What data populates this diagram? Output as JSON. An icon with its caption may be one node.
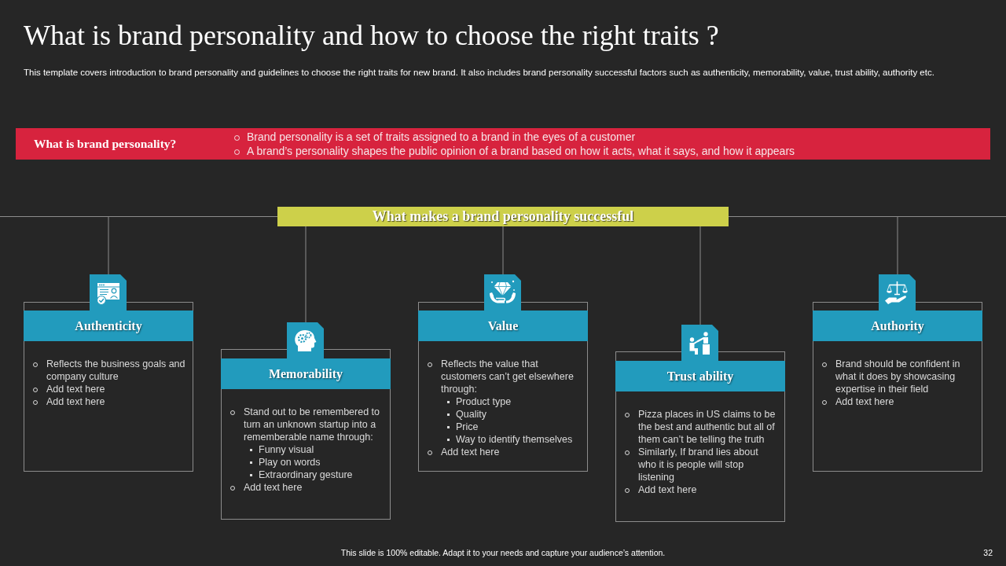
{
  "diagram": {
    "title": "What is brand personality and how to choose the right traits ?",
    "nodes": [
      {
        "text": [
          "What is brand personality?",
          "Brand personality is a set of traits assigned to a brand in the eyes of a customer",
          "A brand’s personality shapes the public opinion of a brand based on how it acts, what it says, and how it appears"
        ]
      },
      {
        "text": [
          "What makes a brand personality successful"
        ]
      },
      {
        "text": [
          "Authenticity",
          "Reflects the business goals and company culture",
          "Add text here",
          "Add text here"
        ]
      },
      {
        "text": [
          "Memorability",
          "Stand out to be remembered to turn an unknown startup into a rememberable name through:",
          "Funny visual",
          "Play on words",
          "Extraordinary gesture",
          "Add text here"
        ]
      },
      {
        "text": [
          "Value",
          "Reflects the value that customers can’t get elsewhere through:",
          "Product type",
          "Quality",
          "Price",
          "Way to identify themselves",
          "Add text here"
        ]
      },
      {
        "text": [
          "Trust ability",
          "Pizza places in US claims to be the best and authentic but all of them can’t be telling the truth",
          "Similarly, If brand lies about who it is people will stop listening",
          "Add text here"
        ]
      },
      {
        "text": [
          "Authority",
          "Brand should be confident in what it does by showcasing expertise in their field",
          "Add text here"
        ]
      }
    ],
    "edges": [
      {
        "from": 1,
        "to": 2,
        "arrow": "none"
      },
      {
        "from": 1,
        "to": 3,
        "arrow": "none"
      },
      {
        "from": 1,
        "to": 4,
        "arrow": "none"
      },
      {
        "from": 1,
        "to": 5,
        "arrow": "none"
      },
      {
        "from": 1,
        "to": 6,
        "arrow": "none"
      }
    ],
    "labels": [
      "This template covers introduction to brand personality and guidelines to choose the right traits for new brand. It also includes brand personality successful factors such as authenticity, memorability, value, trust ability, authority etc.",
      "This slide is 100% editable. Adapt it to your needs and capture your audience’s attention.",
      "32"
    ]
  }
}
